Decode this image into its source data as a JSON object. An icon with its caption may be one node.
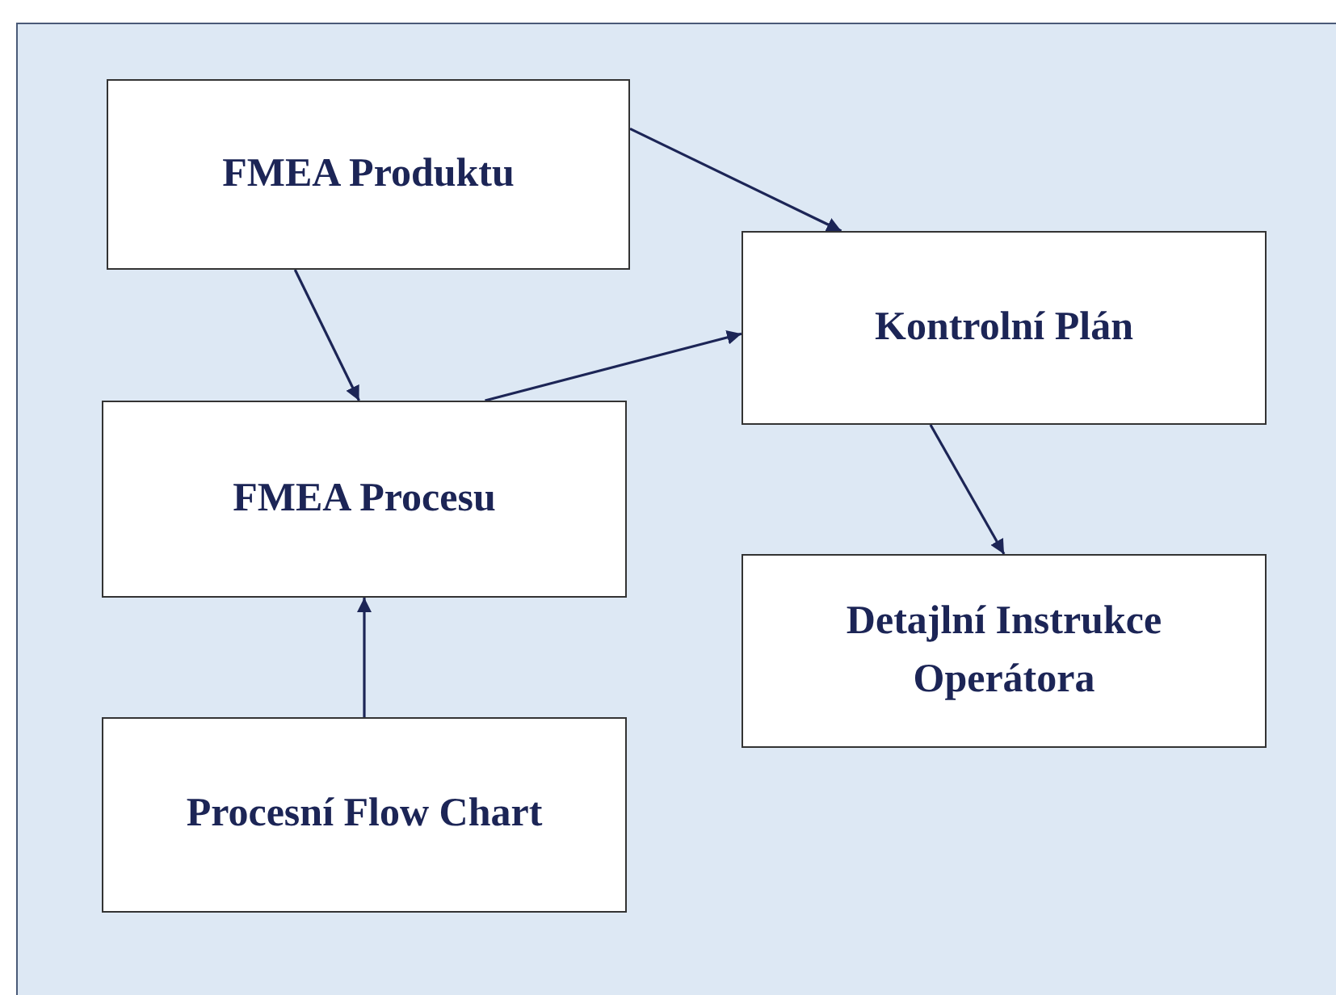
{
  "diagram": {
    "nodes": [
      {
        "text": [
          "FMEA Produktu"
        ]
      },
      {
        "text": [
          "Kontrolní Plán"
        ]
      },
      {
        "text": [
          "FMEA Procesu"
        ]
      },
      {
        "text": [
          "Detajlní Instrukce Operátora"
        ]
      },
      {
        "text": [
          "Procesní Flow Chart"
        ]
      }
    ],
    "edges": [
      {
        "from": 0,
        "to": 1,
        "arrow": "to"
      },
      {
        "from": 0,
        "to": 2,
        "arrow": "to"
      },
      {
        "from": 2,
        "to": 1,
        "arrow": "to"
      },
      {
        "from": 1,
        "to": 3,
        "arrow": "to"
      },
      {
        "from": 4,
        "to": 2,
        "arrow": "to"
      }
    ]
  }
}
